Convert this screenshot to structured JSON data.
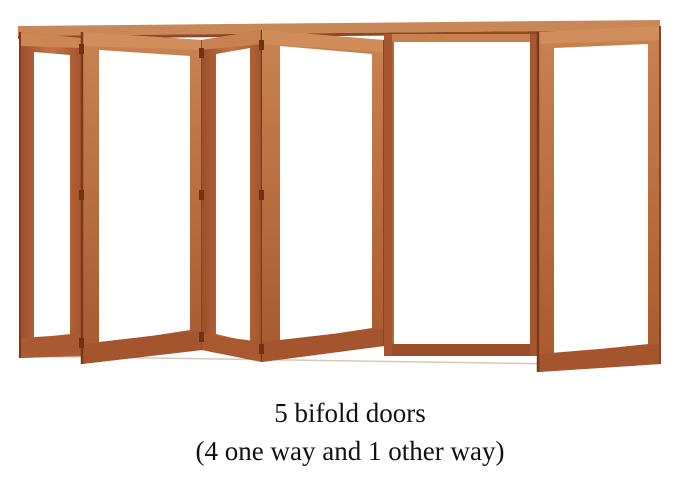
{
  "caption": {
    "line1": "5 bifold doors",
    "line2": "(4 one way and 1 other way)"
  },
  "illustration": {
    "subject": "bifold door set",
    "colors": {
      "frame_wood": "#b86a3e",
      "frame_dark": "#8a4526",
      "frame_light": "#cf8a58",
      "glass": "#ffffff",
      "hinge": "#7a3b1c"
    }
  }
}
